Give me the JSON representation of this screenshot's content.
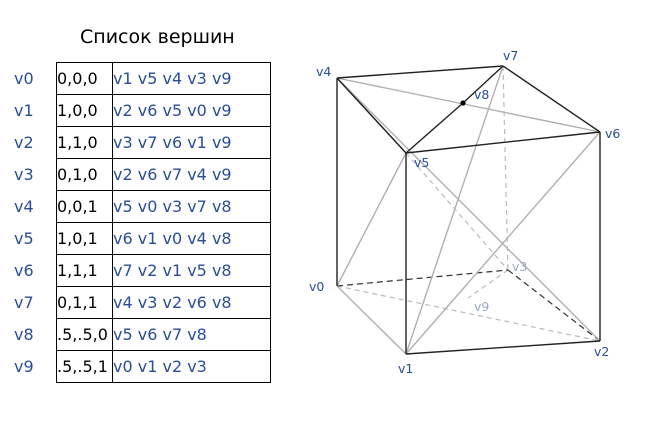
{
  "title": "Список вершин",
  "accent_color": "#2a4d9a",
  "rows": [
    {
      "v": "v0",
      "coord": "0,0,0",
      "adj": "v1 v5  v4  v3  v9"
    },
    {
      "v": "v1",
      "coord": "1,0,0",
      "adj": "v2  v6 v5  v0  v9"
    },
    {
      "v": "v2",
      "coord": "1,1,0",
      "adj": "v3 v7 v6  v1  v9"
    },
    {
      "v": "v3",
      "coord": "0,1,0",
      "adj": "v2 v6 v7  v4  v9"
    },
    {
      "v": "v4",
      "coord": "0,0,1",
      "adj": "v5 v0 v3  v7  v8"
    },
    {
      "v": "v5",
      "coord": "1,0,1",
      "adj": "v6 v1 v0  v4  v8"
    },
    {
      "v": "v6",
      "coord": "1,1,1",
      "adj": "v7 v2 v1  v5  v8"
    },
    {
      "v": "v7",
      "coord": "0,1,1",
      "adj": "v4 v3 v2  v6  v8"
    },
    {
      "v": "v8",
      "coord": ".5,.5,0",
      "adj": "v5 v6  v7 v8"
    },
    {
      "v": "v9",
      "coord": ".5,.5,1",
      "adj": "v0 v1 v2  v3"
    }
  ],
  "cube_labels": {
    "v0": "v0",
    "v1": "v1",
    "v2": "v2",
    "v3": "v3",
    "v4": "v4",
    "v5": "v5",
    "v6": "v6",
    "v7": "v7",
    "v8": "v8",
    "v9": "v9"
  }
}
